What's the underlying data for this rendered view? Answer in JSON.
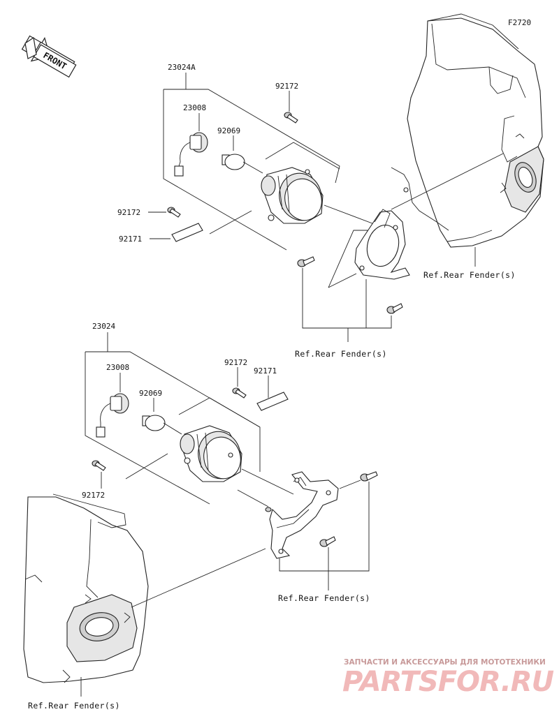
{
  "figure_id": "F2720",
  "front_label": "FRONT",
  "upper_assembly": {
    "assembly_no": "23024A",
    "socket_no": "23008",
    "bulb_no": "92069",
    "screw_top_no": "92172",
    "screw_left_no": "92172",
    "band_no": "92171",
    "ref_fender_right": "Ref.Rear Fender(s)",
    "ref_fender_bottom": "Ref.Rear Fender(s)"
  },
  "lower_assembly": {
    "assembly_no": "23024",
    "socket_no": "23008",
    "bulb_no": "92069",
    "screw_top_no": "92172",
    "band_no": "92171",
    "screw_left_no": "92172",
    "ref_fender_center": "Ref.Rear Fender(s)",
    "ref_fender_left": "Ref.Rear Fender(s)"
  },
  "watermark": {
    "line1": "ЗАПЧАСТИ И АКСЕССУАРЫ ДЛЯ МОТОТЕХНИКИ",
    "line2": "PARTSFOR.RU"
  }
}
